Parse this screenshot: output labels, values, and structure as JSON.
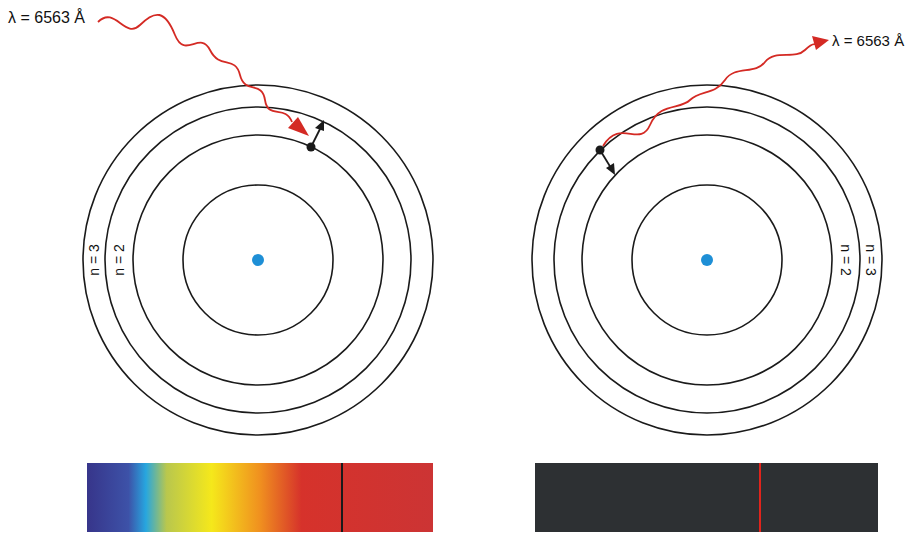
{
  "diagram": {
    "labels": [
      "λ = 6563 Å",
      "λ = 6563 Å",
      "n = 3",
      "n = 2",
      "n = 2",
      "n = 3"
    ]
  }
}
